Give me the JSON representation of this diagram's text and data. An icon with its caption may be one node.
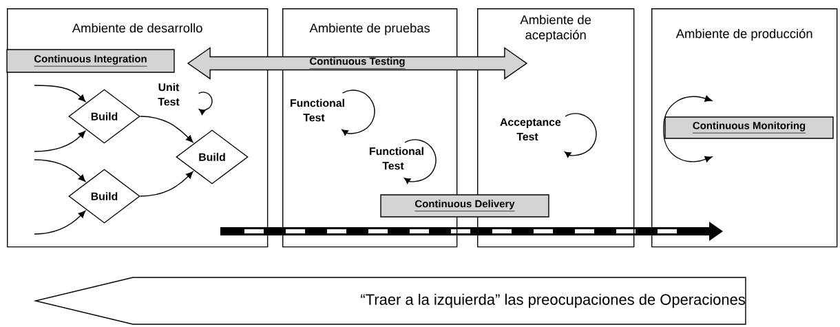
{
  "diagram": {
    "nodes": [
      {
        "text": [
          "Ambiente de desarrollo"
        ]
      },
      {
        "text": [
          "Ambiente de pruebas"
        ]
      },
      {
        "text": [
          "Ambiente de aceptación"
        ]
      },
      {
        "text": [
          "Ambiente de producción"
        ]
      },
      {
        "text": [
          "Continuous Integration"
        ],
        "in": 0
      },
      {
        "text": [
          "Continuous Testing"
        ]
      },
      {
        "text": [
          "Build"
        ],
        "in": 0
      },
      {
        "text": [
          "Build"
        ],
        "in": 0
      },
      {
        "text": [
          "Build"
        ],
        "in": 0
      },
      {
        "text": [
          "Continuous Delivery"
        ]
      },
      {
        "text": [
          "Continuous Monitoring"
        ],
        "in": 3
      },
      {
        "text": [
          "“Traer a la izquierda” las preocupaciones de Operaciones"
        ]
      }
    ],
    "edges": [
      {
        "from": null,
        "to": 6,
        "arrow": "to"
      },
      {
        "from": null,
        "to": 6,
        "arrow": "to"
      },
      {
        "from": null,
        "to": 8,
        "arrow": "to"
      },
      {
        "from": null,
        "to": 8,
        "arrow": "to"
      },
      {
        "from": 6,
        "to": 7,
        "arrow": "to"
      },
      {
        "from": 8,
        "to": 7,
        "arrow": "to"
      }
    ],
    "labels": [
      "Unit Test",
      "Functional Test",
      "Functional Test",
      "Acceptance Test"
    ]
  }
}
